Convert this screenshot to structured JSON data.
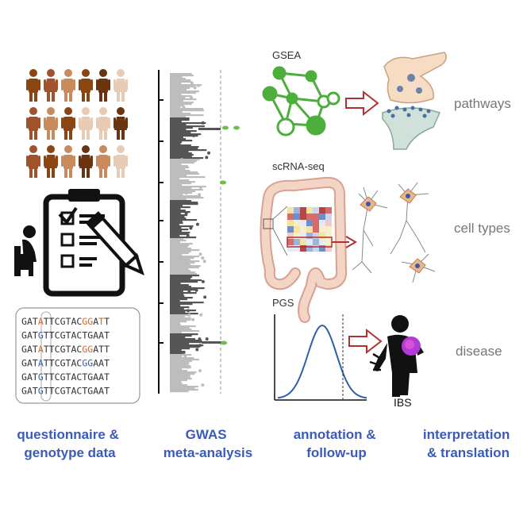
{
  "panels": {
    "questionnaire": {
      "line1": "questionnaire &",
      "line2": "genotype data"
    },
    "gwas": {
      "line1": "GWAS",
      "line2": "meta-analysis"
    },
    "annotation": {
      "line1": "annotation &",
      "line2": "follow-up"
    },
    "interpretation": {
      "line1": "interpretation",
      "line2": "& translation"
    }
  },
  "methods": {
    "gsea": "GSEA",
    "scrna": "scRNA-seq",
    "pgs": "PGS"
  },
  "results": {
    "pathways": "pathways",
    "cell_types": "cell types",
    "disease": "disease"
  },
  "patient_label": "IBS",
  "dna_sequences": [
    "GATATTCGTACGGATT",
    "GATGTTCGTACTGAAT",
    "GATATTCGTACGGATT",
    "GATATTCGTACGGAAT",
    "GATGTTCGTACTGAAT",
    "GATGTTCGTACTGAAT"
  ],
  "colors": {
    "label_blue": "#3a5bb7",
    "label_gray": "#777777",
    "network_green": "#4caf3c",
    "arrow_red": "#b2302f",
    "curve_blue": "#2f5fa8",
    "manhattan_light": "#bdbdbd",
    "manhattan_dark": "#555555",
    "person_tones": [
      "#8b4513",
      "#a0522d",
      "#c98a5e",
      "#e8cbb4",
      "#6b3410"
    ]
  },
  "icons": [
    "people-crowd-icon",
    "questionnaire-clipboard-icon",
    "network-icon",
    "synapse-icon",
    "intestine-icon",
    "neuron-icon",
    "patient-icon"
  ]
}
